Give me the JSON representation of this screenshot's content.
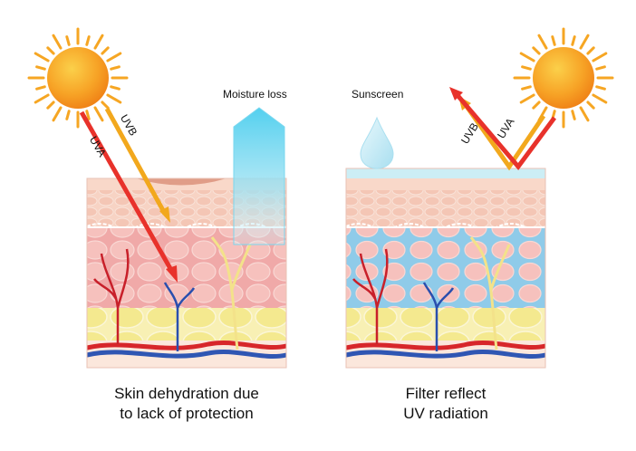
{
  "left_panel": {
    "arrows": {
      "uva": "UVA",
      "uvb": "UVB"
    },
    "moisture_label": "Moisture loss",
    "caption_line1": "Skin dehydration due",
    "caption_line2": "to lack of protection"
  },
  "right_panel": {
    "arrows": {
      "uva": "UVA",
      "uvb": "UVB"
    },
    "sunscreen_label": "Sunscreen",
    "caption_line1": "Filter reflect",
    "caption_line2": "UV radiation"
  },
  "colors": {
    "sun_core": "#f79a1e",
    "sun_rays": "#f6a623",
    "uva_arrow": "#e8322b",
    "uvb_arrow": "#f2a81d",
    "epidermis": "#f6cdbd",
    "dermis": "#f4b5b0",
    "fat": "#f6ec9e",
    "moisture": "#5fd3ee",
    "sunscreen": "#c7ecf4"
  }
}
